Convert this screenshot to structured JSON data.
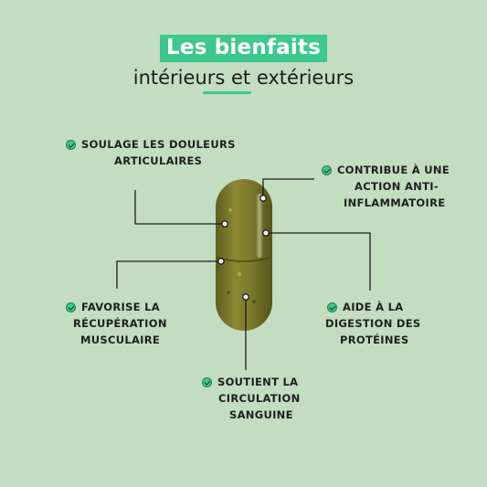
{
  "title": "Les bienfaits",
  "subtitle": "intérieurs et extérieurs",
  "colors": {
    "background": "#c2ddc0",
    "accent": "#3cc88e",
    "capsule": "#7c7a2b"
  },
  "icon": "check-circle-icon",
  "benefits": {
    "douleurs": {
      "lines": [
        "SOULAGE LES DOULEURS",
        "ARTICULAIRES"
      ]
    },
    "inflammatoire": {
      "lines": [
        "CONTRIBUE À UNE",
        "ACTION ANTI-",
        "INFLAMMATOIRE"
      ]
    },
    "recuperation": {
      "lines": [
        "FAVORISE LA",
        "RÉCUPÉRATION",
        "MUSCULAIRE"
      ]
    },
    "digestion": {
      "lines": [
        "AIDE À LA",
        "DIGESTION DES",
        "PROTÉINES"
      ]
    },
    "circulation": {
      "lines": [
        "SOUTIENT LA",
        "CIRCULATION",
        "SANGUINE"
      ]
    }
  }
}
